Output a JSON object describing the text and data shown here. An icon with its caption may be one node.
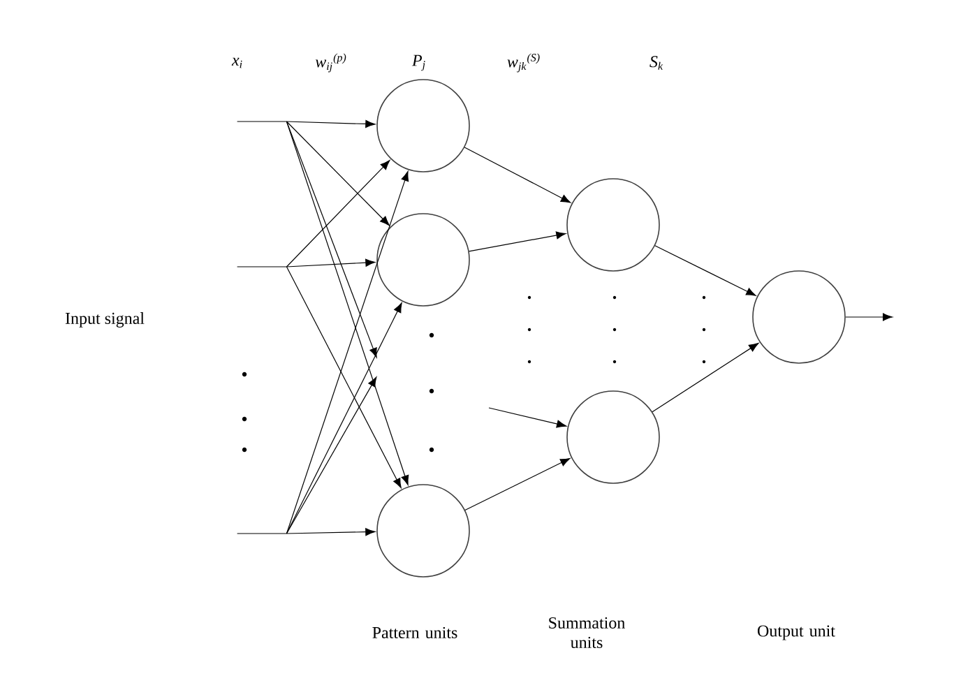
{
  "diagram": {
    "nodes": [
      {
        "text": [],
        "shape": "line"
      },
      {
        "text": [],
        "shape": "line"
      },
      {
        "text": [],
        "shape": "line"
      },
      {
        "text": [],
        "shape": "circle"
      },
      {
        "text": [],
        "shape": "circle"
      },
      {
        "text": [],
        "shape": "circle"
      },
      {
        "text": [],
        "shape": "circle"
      },
      {
        "text": [],
        "shape": "circle"
      },
      {
        "text": [],
        "shape": "circle"
      }
    ],
    "edges": [
      {
        "from": 0,
        "to": 3,
        "arrow": "to"
      },
      {
        "from": 1,
        "to": 3,
        "arrow": "to"
      },
      {
        "from": 2,
        "to": 3,
        "arrow": "to"
      },
      {
        "from": 0,
        "to": 4,
        "arrow": "to"
      },
      {
        "from": 1,
        "to": 4,
        "arrow": "to"
      },
      {
        "from": 2,
        "to": 4,
        "arrow": "to"
      },
      {
        "from": 0,
        "to": null,
        "arrow": "to"
      },
      {
        "from": 2,
        "to": null,
        "arrow": "to"
      },
      {
        "from": 0,
        "to": 5,
        "arrow": "to"
      },
      {
        "from": 1,
        "to": 5,
        "arrow": "to"
      },
      {
        "from": 2,
        "to": 5,
        "arrow": "to"
      },
      {
        "from": 3,
        "to": 6,
        "arrow": "to"
      },
      {
        "from": 4,
        "to": 6,
        "arrow": "to"
      },
      {
        "from": null,
        "to": 7,
        "arrow": "to"
      },
      {
        "from": 5,
        "to": 7,
        "arrow": "to"
      },
      {
        "from": 6,
        "to": 8,
        "arrow": "to"
      },
      {
        "from": 7,
        "to": 8,
        "arrow": "to"
      },
      {
        "from": 8,
        "to": null,
        "arrow": "to"
      }
    ],
    "labels": [
      "x$_{i}$",
      "w$_{ij}$$^{(p)}$",
      "P$_{j}$",
      "w$_{jk}$$^{(S)}$",
      "S$_{k}$",
      "Input signal",
      "Pattern units",
      "Summation units",
      "Output unit"
    ]
  }
}
